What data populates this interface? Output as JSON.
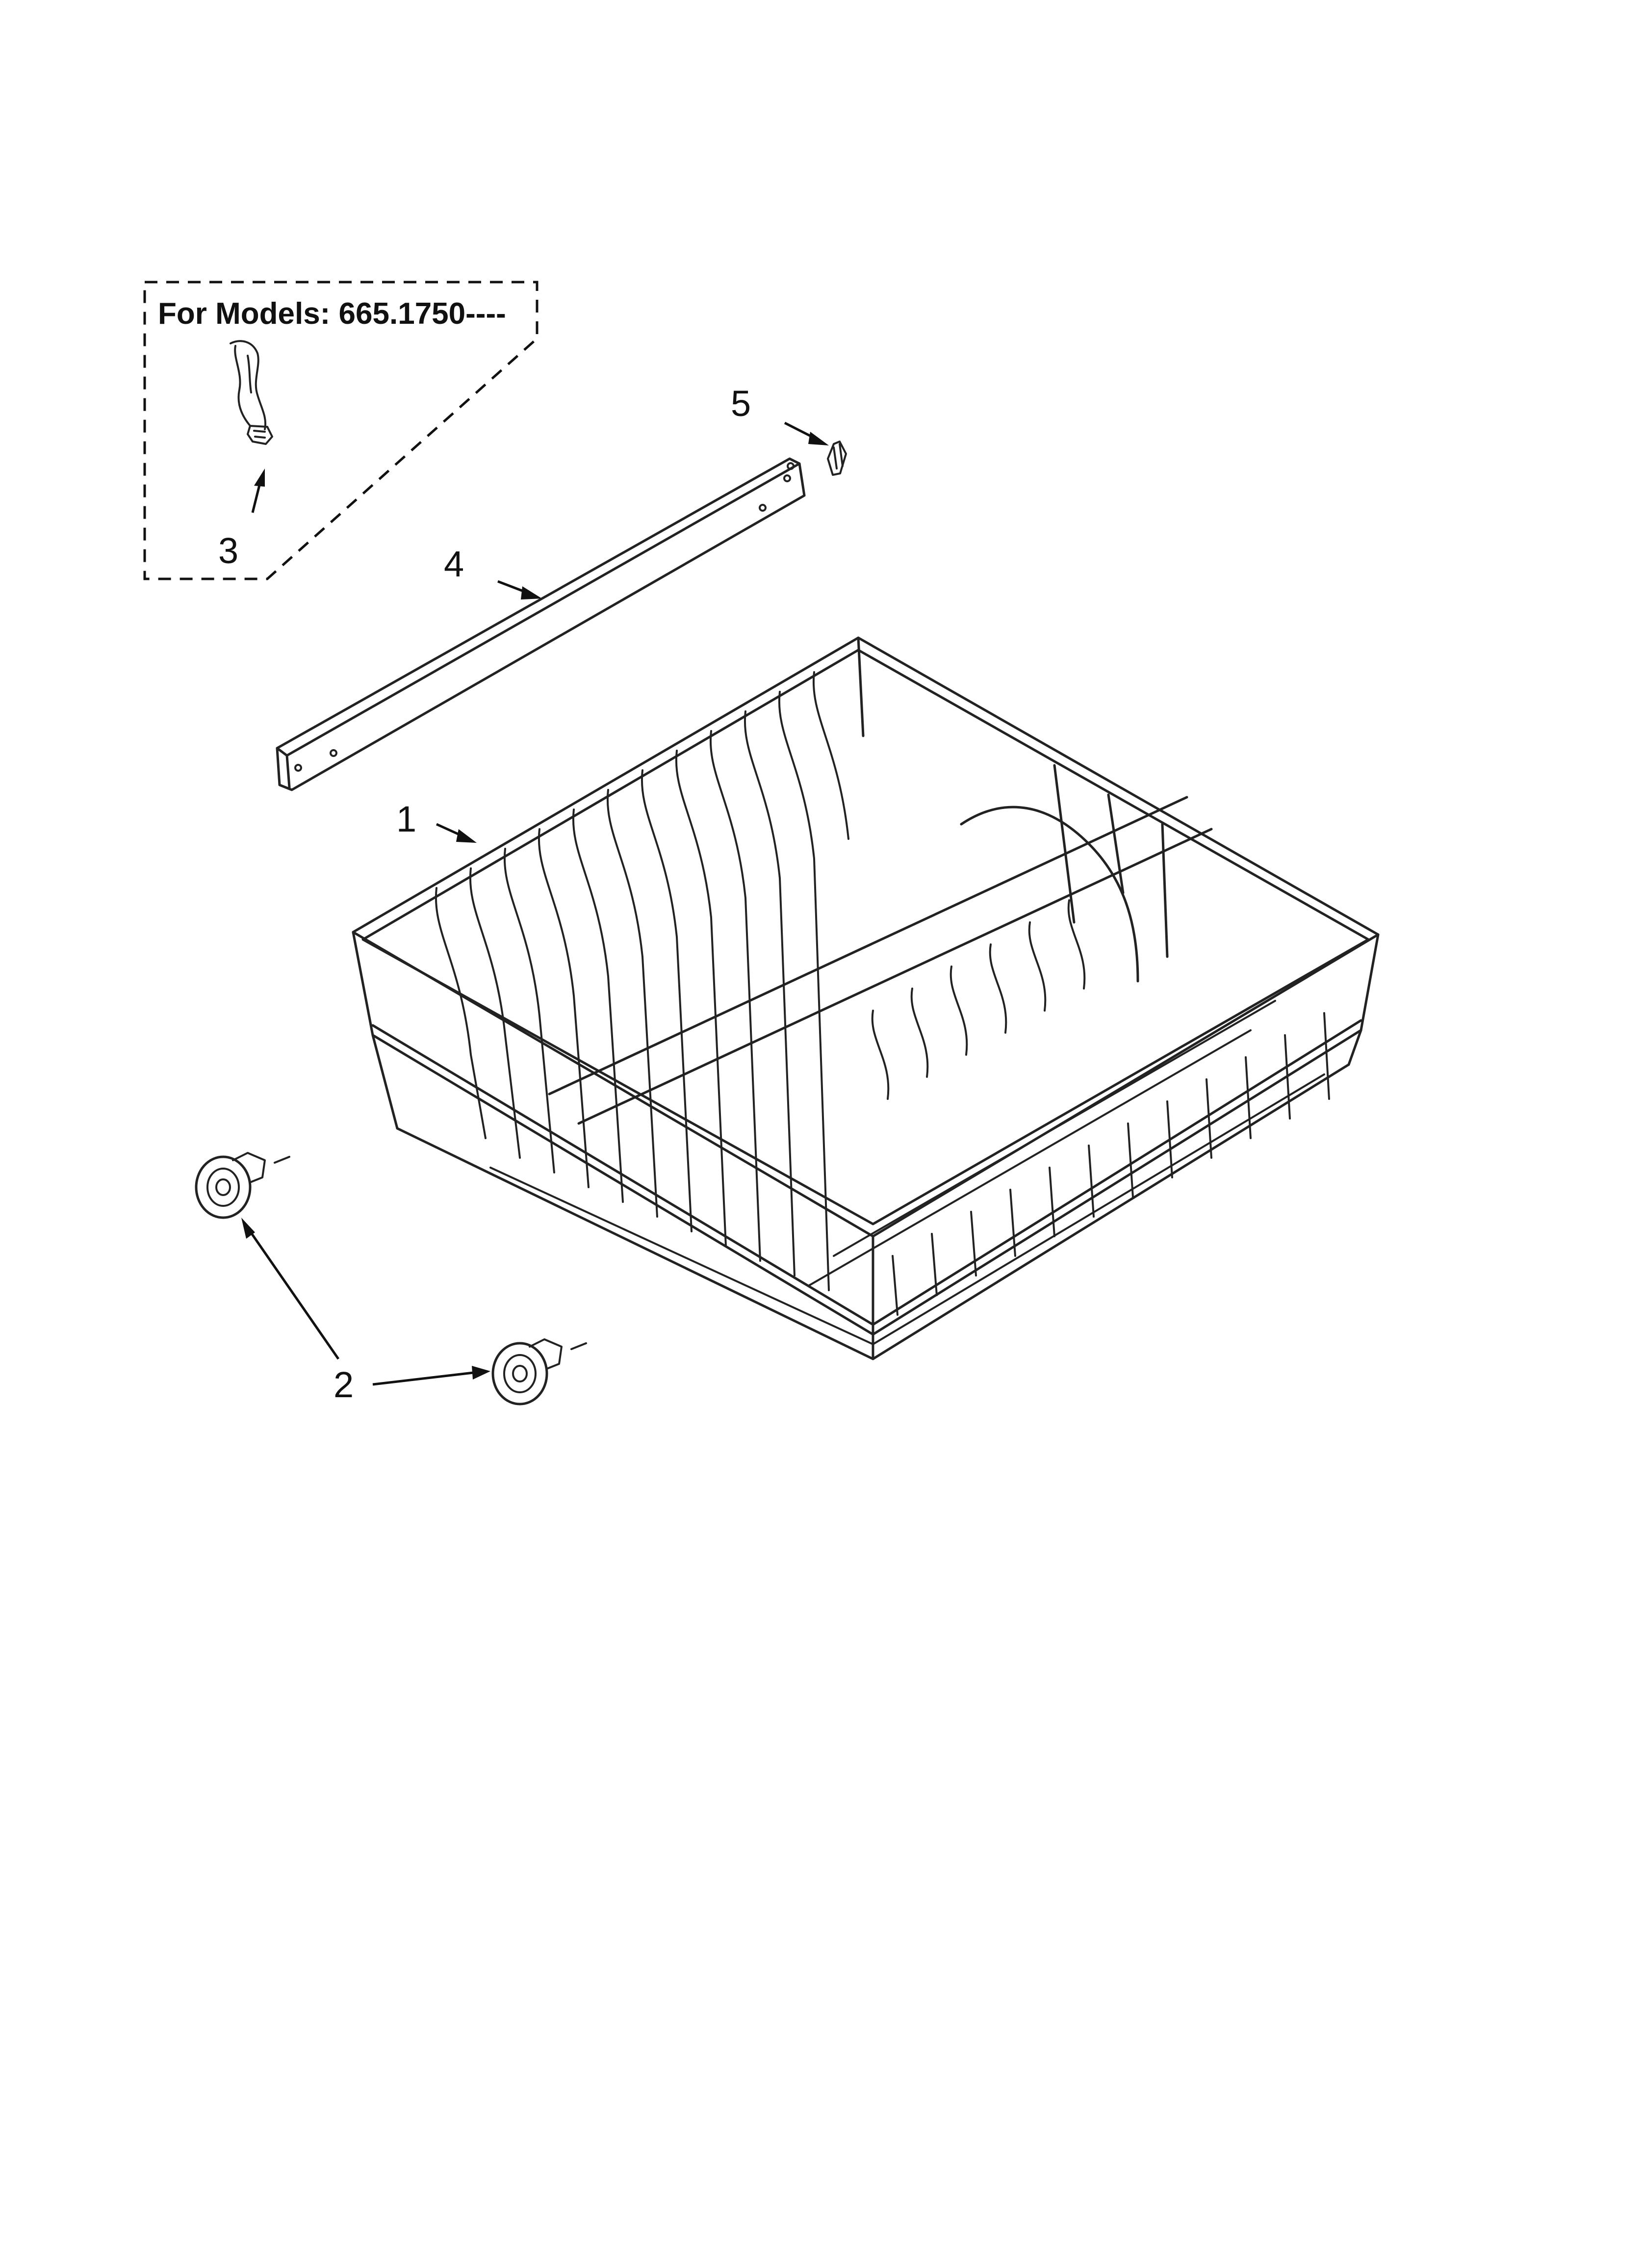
{
  "models_box": {
    "label": "For Models: 665.1750----"
  },
  "callouts": {
    "rack": "1",
    "wheel": "2",
    "clip_part": "3",
    "rail": "4",
    "stop": "5"
  },
  "icons": {
    "rack": "dish-rack-icon",
    "wheel": "rack-wheel-icon",
    "rail": "rack-rail-icon",
    "stop": "rail-stop-icon",
    "clip_part": "clip-part-icon"
  },
  "colors": {
    "line": "#222222",
    "background": "#ffffff"
  }
}
